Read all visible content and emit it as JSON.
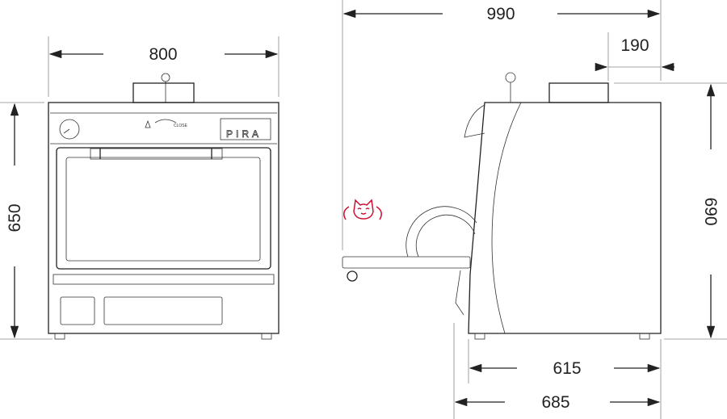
{
  "front_view": {
    "width_label": "800",
    "height_label": "650",
    "panel_text": "CLOSE",
    "logo_text": "PIRA"
  },
  "side_view": {
    "overall_depth_label": "990",
    "top_offset_label": "190",
    "height_label": "690",
    "body_depth_label": "615",
    "base_depth_label": "685"
  },
  "colors": {
    "line": "#222222",
    "watermark": "#cc1133"
  }
}
